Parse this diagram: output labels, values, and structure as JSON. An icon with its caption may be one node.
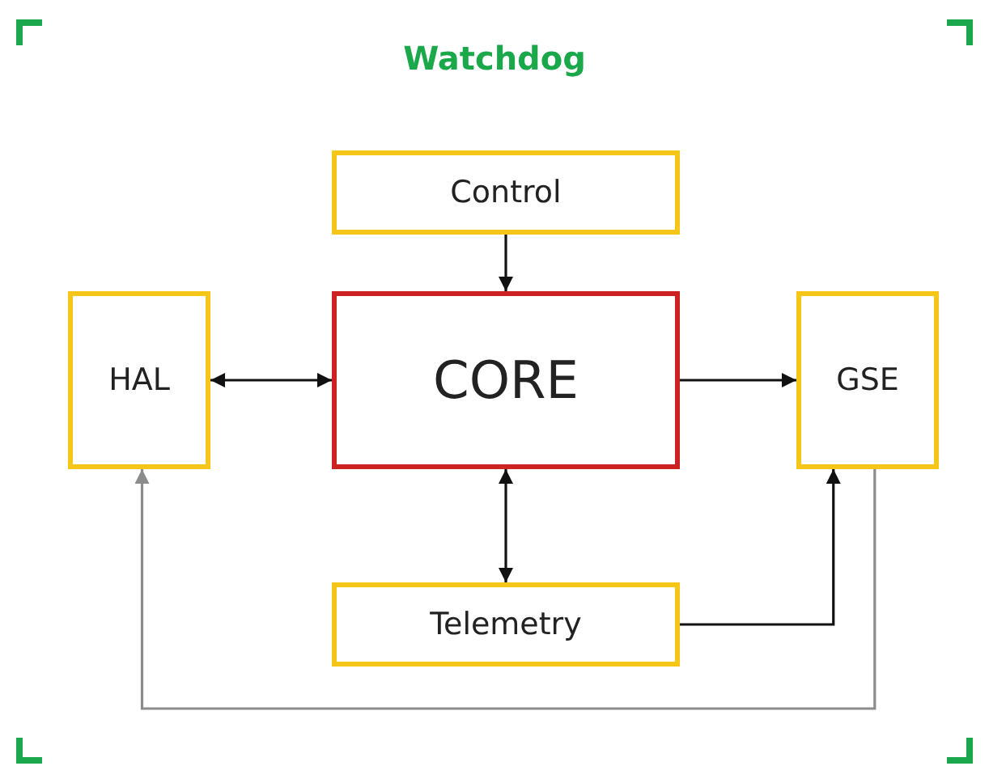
{
  "diagram": {
    "title": "Watchdog",
    "nodes": [
      {
        "text": [
          "Control"
        ]
      },
      {
        "text": [
          "HAL"
        ]
      },
      {
        "text": [
          "CORE"
        ]
      },
      {
        "text": [
          "GSE"
        ]
      },
      {
        "text": [
          "Telemetry"
        ]
      }
    ],
    "edges": [
      {
        "from": 0,
        "to": 2,
        "arrow": "to"
      },
      {
        "from": 1,
        "to": 2,
        "arrow": "both"
      },
      {
        "from": 2,
        "to": 3,
        "arrow": "to"
      },
      {
        "from": 2,
        "to": 4,
        "arrow": "both"
      },
      {
        "from": 4,
        "to": 3,
        "arrow": "to"
      },
      {
        "from": 3,
        "to": 1,
        "arrow": "to",
        "color": "#8c8c8c"
      }
    ]
  }
}
